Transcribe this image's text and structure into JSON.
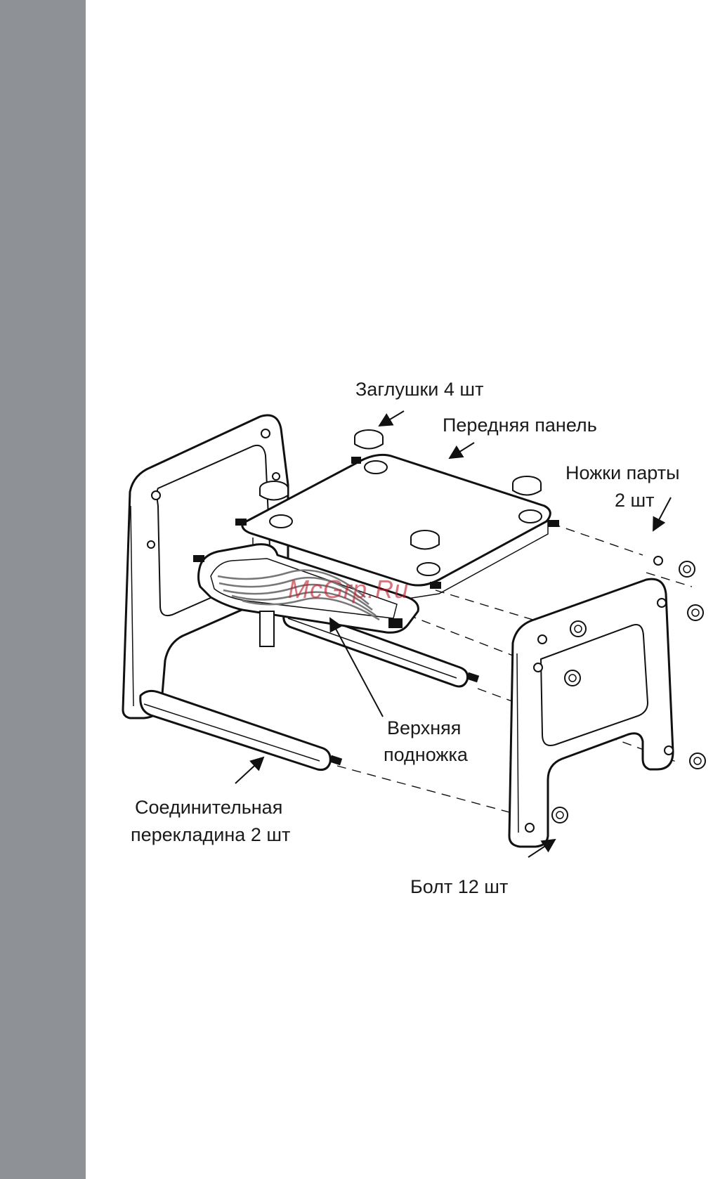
{
  "page": {
    "watermark": "McGrp.Ru"
  },
  "labels": {
    "caps": "Заглушки 4 шт",
    "front_panel": "Передняя панель",
    "legs_line1": "Ножки парты",
    "legs_line2": "2 шт",
    "footrest_line1": "Верхняя",
    "footrest_line2": "подножка",
    "crossbar_line1": "Соединительная",
    "crossbar_line2": "перекладина 2 шт",
    "bolts": "Болт 12 шт"
  },
  "colors": {
    "side_bar": "#8e9195",
    "watermark": "#be1e2d",
    "line": "#111111"
  }
}
